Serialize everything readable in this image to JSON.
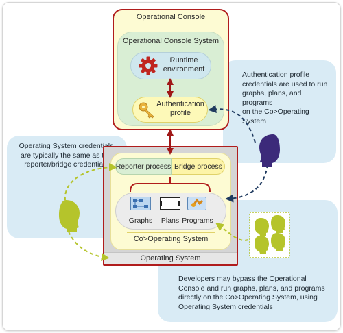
{
  "operational_console": {
    "title": "Operational Console",
    "system_title": "Operational Console System",
    "runtime": {
      "label_line1": "Runtime",
      "label_line2": "environment",
      "icon": "gear-icon"
    },
    "auth": {
      "label_line1": "Authentication",
      "label_line2": "profile",
      "icon": "key-icon"
    }
  },
  "operating_system": {
    "title": "Operating System",
    "cooperating_system_title": "Co>Operating System",
    "processes": {
      "reporter": "Reporter process",
      "bridge": "Bridge process"
    },
    "items": [
      {
        "label": "Graphs",
        "icon": "graphs-icon"
      },
      {
        "label": "Plans",
        "icon": "plans-icon"
      },
      {
        "label": "Programs",
        "icon": "programs-icon"
      }
    ]
  },
  "notes": {
    "auth_note": [
      "Authentication profile",
      "credentials are used to run",
      "graphs, plans, and programs",
      "on the Co>Operating System"
    ],
    "os_note": [
      "Operating System credentials",
      "are typically the same as the",
      "reporter/bridge credentials"
    ],
    "dev_note": [
      "Developers may bypass the Operational",
      "Console and run graphs, plans, and programs",
      "directly on the Co>Operating System, using",
      "Operating System credentials"
    ]
  },
  "colors": {
    "console_fill": "#fdfbd3",
    "system_fill": "#d9eed4",
    "red_border": "#b01c1c",
    "os_fill": "#d5d5d5",
    "note_fill": "#d9ebf5",
    "user_head": "#3c2a7a",
    "dev_head": "#b5c42b"
  }
}
